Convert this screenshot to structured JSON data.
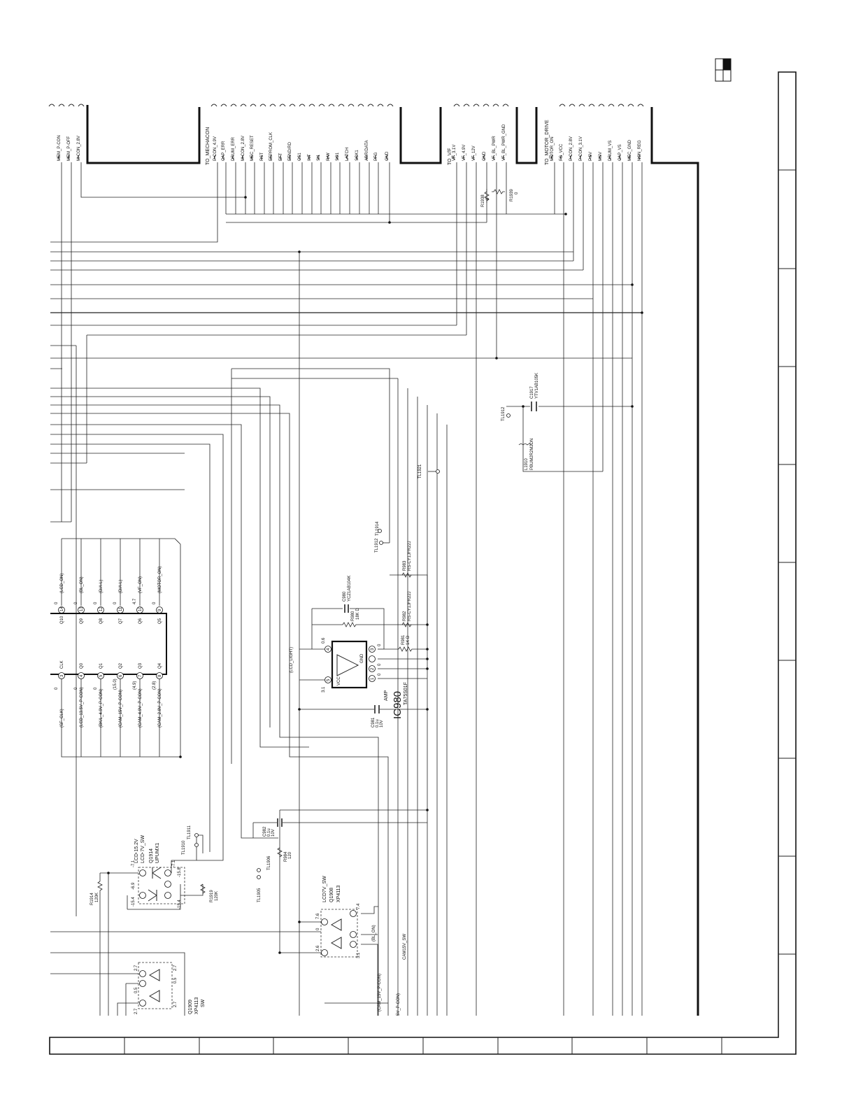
{
  "connectors": {
    "left_partial": {
      "pins": [
        "MEM_P-CON",
        "MEM_P-OFF",
        "M-CON_2.8V"
      ]
    },
    "mechacon": {
      "title": "TO_MECHACON",
      "pins": [
        "P-CON_4.9V",
        "CAP_ERR",
        "DRUM_ERR",
        "M-CON_2.8V",
        "MEC_RESET",
        "RST",
        "EEPROM_CLK",
        "EFT",
        "EEND/RD",
        "CS1",
        "INT",
        "SI1",
        "R/W",
        "SO1",
        "LATCH",
        "SCK1",
        "ADR/DATA",
        "PFG",
        "GND"
      ]
    },
    "vf": {
      "title": "TO_V/F",
      "pins": [
        "VF_3.1V",
        "VF_4.9V",
        "VF_12V",
        "GND",
        "VF_BL_PWR",
        "VF_BL_PWR_GND"
      ]
    },
    "motor": {
      "title": "TO_MOTOR_DRIVE",
      "pins": [
        "MOTOR_ON",
        "FG_VCC",
        "P-CON_2.8V",
        "P-CON_3.1V",
        "P:5V",
        "MSV",
        "DRUM_VS",
        "CAP_VS",
        "MEC_GND",
        "NON_REG"
      ]
    }
  },
  "resistors": {
    "r1938": {
      "ref": "R1938",
      "val": "0"
    },
    "r1939": {
      "ref": "R1939",
      "val": "0"
    },
    "r980": {
      "ref": "R980",
      "val": "18K D"
    },
    "r981": {
      "ref": "R981",
      "val": "1K D"
    },
    "r982": {
      "ref": "R982",
      "val": "RS-CY1JFR22J"
    },
    "r983": {
      "ref": "R983",
      "val": "RS-CY1JFR22J"
    },
    "r984": {
      "ref": "R984",
      "val": "120"
    },
    "r1914": {
      "ref": "R1914",
      "val": "120K"
    },
    "r1919": {
      "ref": "R1919",
      "val": "120K"
    }
  },
  "capacitors": {
    "c1917": {
      "ref": "C1917",
      "val": "YTV1AB105K"
    },
    "c980": {
      "ref": "C980",
      "val": "YCZ1AB104K"
    },
    "c981": {
      "ref": "C981",
      "val": "0.1u",
      "val2": "10V"
    },
    "c982": {
      "ref": "C982",
      "val": "0.1u",
      "val2": "10V"
    }
  },
  "inductor": {
    "ref": "L1910",
    "val": "PBUM2R2M2DN"
  },
  "testpoints": {
    "tl1912a": "TL1912",
    "tl1921": "TL1921",
    "tl1914": "TL1914",
    "tl1912b": "TL1912",
    "tl1911": "TL1911",
    "tl1910": "TL1910",
    "tl1905": "TL1905",
    "tl1906": "TL1906"
  },
  "ic_expander": {
    "left_pins": [
      {
        "name": "CLK",
        "num": "3",
        "volt": "0",
        "net": "(SF_CLK)"
      },
      {
        "name": "Q0",
        "num": "4",
        "volt": "0",
        "net": "(LCD_13.5V_P-CON)"
      },
      {
        "name": "Q1",
        "num": "5",
        "volt": "0",
        "net": "(BK/L_4.9V_P-CON)"
      },
      {
        "name": "Q2",
        "num": "6",
        "volt": "(15.0)",
        "net": "(CAM_15V_P-CON)"
      },
      {
        "name": "Q3",
        "num": "7",
        "volt": "(4.9)",
        "net": "(CAM_4.9V_P-CON)"
      },
      {
        "name": "Q4",
        "num": "8",
        "volt": "(2.8)",
        "net": "(CAM_2.8V_P-CON)"
      }
    ],
    "right_pins": [
      {
        "name": "Q10",
        "num": "14",
        "volt": "0",
        "net": "(LCD_ON)"
      },
      {
        "name": "Q9",
        "num": "13",
        "volt": "0",
        "net": "(BL_ON)"
      },
      {
        "name": "Q8",
        "num": "12",
        "volt": "0",
        "net": "(D/A-L)"
      },
      {
        "name": "Q7",
        "num": "11",
        "volt": "0",
        "net": "(D/A-L)"
      },
      {
        "name": "Q6",
        "num": "10",
        "volt": "4.7",
        "net": "(VF_ON)"
      },
      {
        "name": "Q5",
        "num": "9",
        "volt": "0",
        "net": "(MOTOR_ON)"
      }
    ]
  },
  "ic980": {
    "ref": "IC980",
    "part": "TA75S01F",
    "func": "AMP",
    "vcc": "VCC",
    "gnd": "GND",
    "net": "(LCD_LIGHT)",
    "volts": [
      "0.6",
      "0",
      "0",
      "0",
      "3.1"
    ],
    "pins": [
      "4",
      "5",
      "3",
      "2",
      "1"
    ]
  },
  "q1914": {
    "ref": "Q1914",
    "part": "UPUMX1",
    "func1": "LCD-15.2V",
    "func2": "LCD-7V_SW",
    "volts": [
      "-7.1",
      "-6.9",
      "-7.1",
      "-15.8",
      "-15.4",
      "-15.4"
    ]
  },
  "q1908": {
    "ref": "Q1908",
    "part": "XP4113",
    "func": "LCD7V_SW",
    "volts": [
      "7.6",
      "0",
      "2.6",
      "3.1",
      "7.4"
    ],
    "net": "(BL_ON)",
    "net2": "CAM15V_SW"
  },
  "q1909": {
    "ref": "Q1909",
    "part": "XP4113",
    "func": "SW",
    "volts": [
      "2.7",
      "0.5",
      "2.7",
      "2.7",
      "0.5",
      "2.7"
    ]
  },
  "bottom_nets": [
    "(CAM_15V_P-CON)",
    "5V_P-CON)"
  ],
  "title_block_cells": [
    "",
    "",
    "",
    "",
    "",
    "",
    "",
    "",
    "",
    ""
  ]
}
